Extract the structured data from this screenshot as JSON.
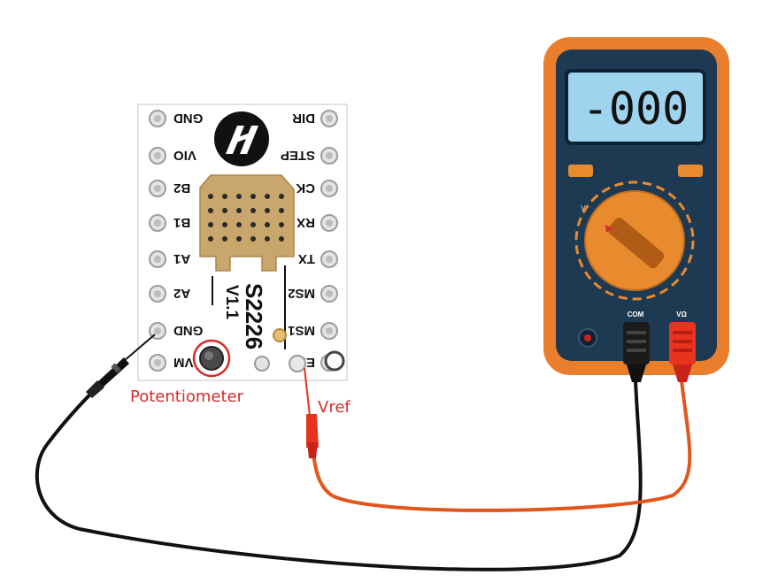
{
  "board": {
    "left_pins": [
      "GND",
      "VIO",
      "B2",
      "B1",
      "A1",
      "A2",
      "GND",
      "VM"
    ],
    "right_pins": [
      "DIR",
      "STEP",
      "CK",
      "RX",
      "TX",
      "MS2",
      "MS1",
      "EN"
    ],
    "model": "S2226",
    "version": "V1.1"
  },
  "callouts": {
    "potentiometer": "Potentiometer",
    "vref": "Vref"
  },
  "multimeter": {
    "display": "-000",
    "jack_com": "COM",
    "jack_v": "VΩ",
    "dial_mark": "V"
  },
  "colors": {
    "meter_body": "#1d3a52",
    "meter_frame": "#e97e2c",
    "lcd": "#9fd4ee",
    "knob": "#e88a2e",
    "highlight": "#d62b2b",
    "probe_red": "#e8331f",
    "wire_red": "#e2551c",
    "wire_black": "#111111"
  }
}
